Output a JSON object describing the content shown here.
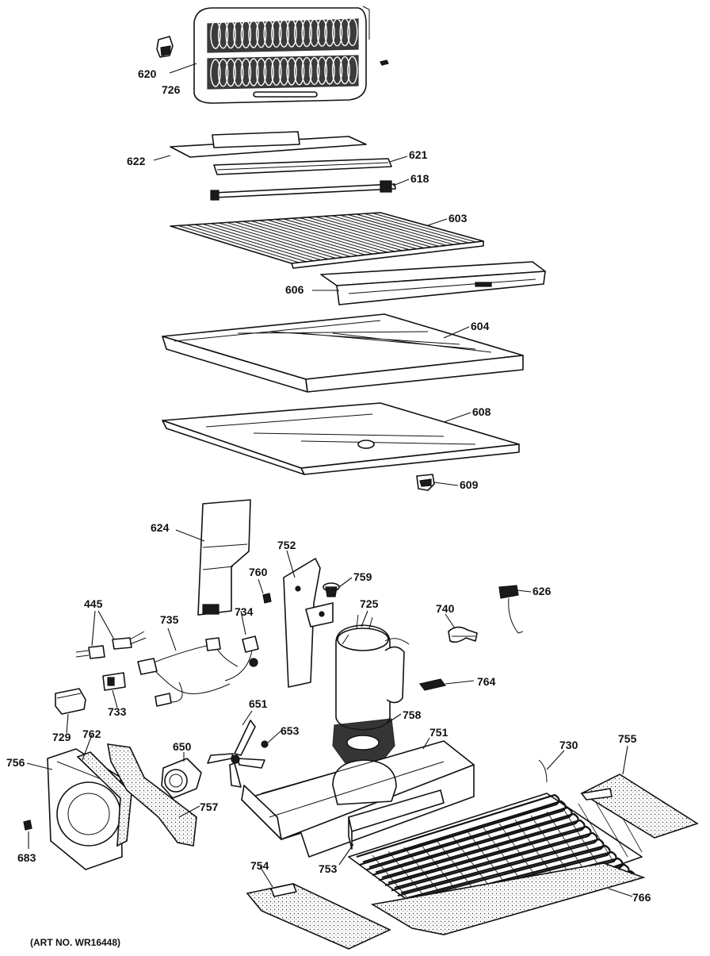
{
  "art_number": "(ART NO. WR16448)",
  "callouts": [
    {
      "id": "620",
      "label": "620"
    },
    {
      "id": "726",
      "label": "726"
    },
    {
      "id": "622",
      "label": "622"
    },
    {
      "id": "621",
      "label": "621"
    },
    {
      "id": "618",
      "label": "618"
    },
    {
      "id": "603",
      "label": "603"
    },
    {
      "id": "606",
      "label": "606"
    },
    {
      "id": "604",
      "label": "604"
    },
    {
      "id": "608",
      "label": "608"
    },
    {
      "id": "609",
      "label": "609"
    },
    {
      "id": "624",
      "label": "624"
    },
    {
      "id": "752",
      "label": "752"
    },
    {
      "id": "760",
      "label": "760"
    },
    {
      "id": "759",
      "label": "759"
    },
    {
      "id": "725",
      "label": "725"
    },
    {
      "id": "740",
      "label": "740"
    },
    {
      "id": "626",
      "label": "626"
    },
    {
      "id": "445",
      "label": "445"
    },
    {
      "id": "735",
      "label": "735"
    },
    {
      "id": "734",
      "label": "734"
    },
    {
      "id": "733",
      "label": "733"
    },
    {
      "id": "764",
      "label": "764"
    },
    {
      "id": "729",
      "label": "729"
    },
    {
      "id": "651",
      "label": "651"
    },
    {
      "id": "758",
      "label": "758"
    },
    {
      "id": "653",
      "label": "653"
    },
    {
      "id": "751",
      "label": "751"
    },
    {
      "id": "650",
      "label": "650"
    },
    {
      "id": "762",
      "label": "762"
    },
    {
      "id": "756",
      "label": "756"
    },
    {
      "id": "730",
      "label": "730"
    },
    {
      "id": "755",
      "label": "755"
    },
    {
      "id": "757",
      "label": "757"
    },
    {
      "id": "683",
      "label": "683"
    },
    {
      "id": "753",
      "label": "753"
    },
    {
      "id": "754",
      "label": "754"
    },
    {
      "id": "766",
      "label": "766"
    }
  ]
}
